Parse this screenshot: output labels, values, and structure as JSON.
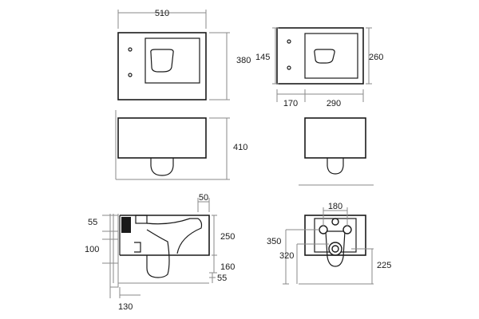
{
  "title": "",
  "dimensions": {
    "top_width": "510",
    "top_depth": "380",
    "top_offset_left": "145",
    "top_depth_right": "260",
    "bottom_offset": "170",
    "bottom_width": "290",
    "front_height": "410",
    "side_top": "50",
    "side_top_left": "55",
    "side_mid_left": "100",
    "side_height": "250",
    "side_lower": "160",
    "side_floor": "55",
    "side_base": "130",
    "rear_width": "180",
    "rear_height_a": "350",
    "rear_height_b": "320",
    "rear_height_c": "225"
  },
  "colors": {
    "line": "#1a1a1a",
    "dimension": "#8a8a8a"
  }
}
